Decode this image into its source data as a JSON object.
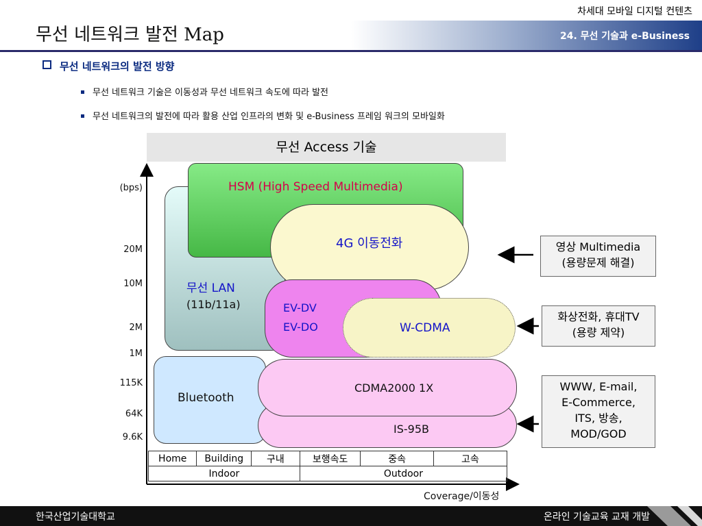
{
  "header": {
    "series_title": "차세대 모바일 디지털 컨텐츠",
    "chapter": "24. 무선 기술과 e-Business",
    "page_title": "무선 네트워크 발전 Map"
  },
  "content": {
    "heading": "무선 네트워크의 발전 방향",
    "bullets": [
      "무선 네트워크 기술은 이동성과 무선 네트워크 속도에 따라 발전",
      "무선 네트워크의 발전에 따라 활용 산업 인프라의 변화 및 e-Business 프레임 워크의 모바일화"
    ]
  },
  "diagram": {
    "header": "무선 Access 기술",
    "y_unit": "(bps)",
    "y_labels": [
      "20M",
      "10M",
      "2M",
      "1M",
      "115K",
      "64K",
      "9.6K"
    ],
    "x_label": "Coverage/이동성",
    "coverage_cells": [
      "Home",
      "Building",
      "구내",
      "보행속도",
      "중속",
      "고속"
    ],
    "coverage_groups": [
      "Indoor",
      "Outdoor"
    ],
    "shapes": {
      "hsm": "HSM (High Speed Multimedia)",
      "g4": "4G 이동전화",
      "wlan_line1": "무선 LAN",
      "wlan_line2": "(11b/11a)",
      "ev_line1": "EV-DV",
      "ev_line2": "EV-DO",
      "wcdma": "W-CDMA",
      "bluetooth": "Bluetooth",
      "cdma": "CDMA2000 1X",
      "is95b": "IS-95B"
    },
    "callouts": {
      "multimedia_line1": "영상 Multimedia",
      "multimedia_line2": "(용량문제 해결)",
      "video_line1": "화상전화, 휴대TV",
      "video_line2": "(용량 제약)",
      "www_line1": "WWW, E-mail,",
      "www_line2": "E-Commerce,",
      "www_line3": "ITS, 방송,",
      "www_line4": "MOD/GOD"
    }
  },
  "footer": {
    "left": "한국산업기술대학교",
    "right": "온라인 기술교육 교재 개발"
  },
  "colors": {
    "header_blue": "#1e3f88",
    "hsm_green": "#7be37b",
    "wlan_cyan": "#dff7f5",
    "g4_cream": "#fbf8cf",
    "ev_magenta": "#ee84ee",
    "wcdma_cream": "#f7f4c7",
    "bluetooth_blue": "#cfe8ff",
    "cdma_pink": "#fcc9f3",
    "text_blue": "#1414c8",
    "hsm_red": "#d4004a"
  }
}
